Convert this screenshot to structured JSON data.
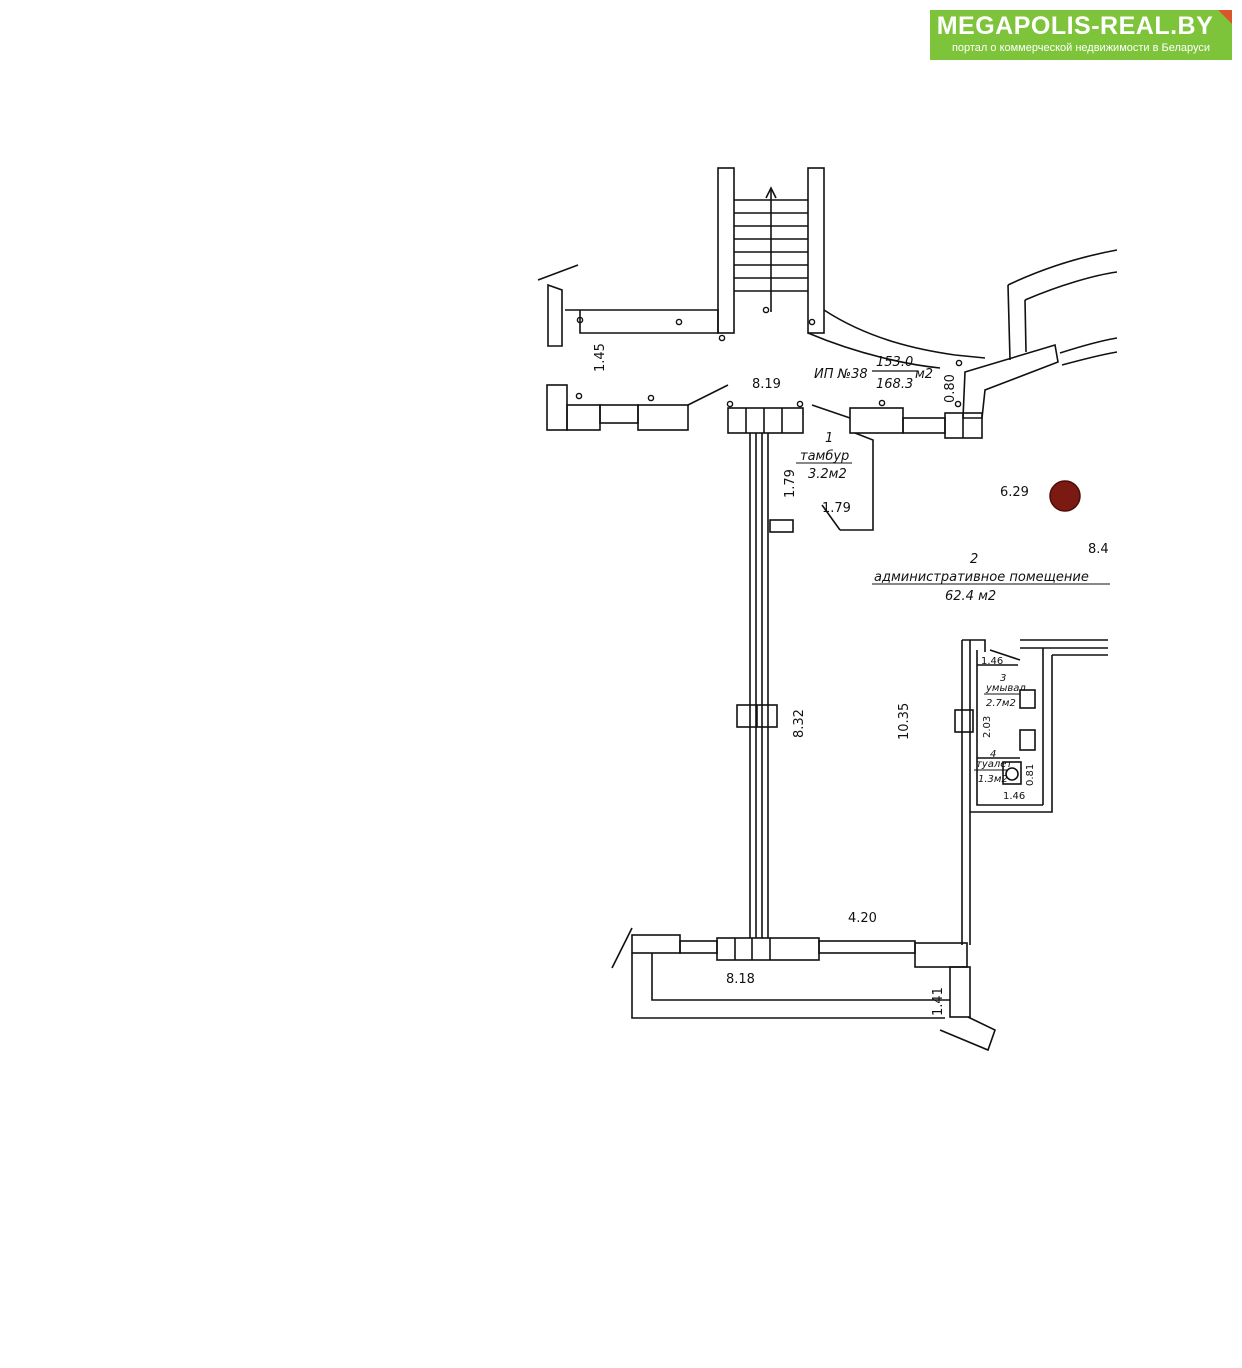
{
  "brand": {
    "name": "MEGAPOLIS-REAL.BY",
    "tagline": "портал о коммерческой недвижимости в Беларуси",
    "color": "#7dc43a",
    "corner_color": "#d9572a"
  },
  "plan": {
    "header": {
      "unit": "ИП №38",
      "area_top": "153.0",
      "area_bottom": "168.3",
      "unit_sq": "м2"
    },
    "rooms": [
      {
        "number": "1",
        "name": "тамбур",
        "area": "3.2м2"
      },
      {
        "number": "2",
        "name": "административное помещение",
        "area": "62.4 м2"
      },
      {
        "number": "3",
        "name": "умывал",
        "area": "2.7м2"
      },
      {
        "number": "4",
        "name": "туалет",
        "area": "1.3м2"
      }
    ],
    "dimensions": {
      "d145": "1.45",
      "d819": "8.19",
      "d080": "0.80",
      "d179v": "1.79",
      "d179h": "1.79",
      "d629": "6.29",
      "d84": "8.4",
      "d146a": "1.46",
      "d832": "8.32",
      "d1035": "10.35",
      "d203": "2.03",
      "d081": "0.81",
      "d146b": "1.46",
      "d420": "4.20",
      "d818": "8.18",
      "d141": "1.41"
    }
  }
}
